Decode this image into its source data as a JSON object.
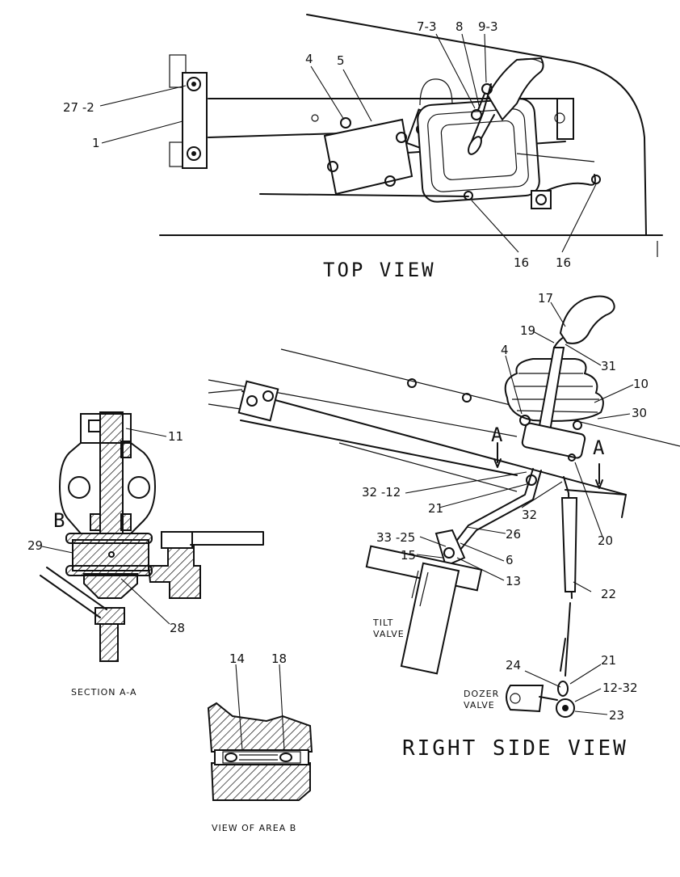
{
  "views": {
    "top": "TOP VIEW",
    "right_side": "RIGHT SIDE VIEW",
    "section": "SECTION A-A",
    "area_b": "VIEW OF AREA B"
  },
  "section_marks": {
    "a": "A",
    "b": "B"
  },
  "valves": {
    "tilt_line1": "TILT",
    "tilt_line2": "VALVE",
    "dozer_line1": "DOZER",
    "dozer_line2": "VALVE"
  },
  "callouts": {
    "top": [
      "27 -2",
      "1",
      "4",
      "5",
      "7-3",
      "8",
      "9-3",
      "16",
      "16"
    ],
    "side": [
      "17",
      "19",
      "4",
      "31",
      "10",
      "30",
      "A",
      "A",
      "32 -12",
      "21",
      "32",
      "26",
      "20",
      "33 -25",
      "15",
      "6",
      "13",
      "22",
      "24",
      "21",
      "12-32",
      "23"
    ],
    "section": [
      "11",
      "B",
      "29",
      "28"
    ],
    "area_b": [
      "14",
      "18"
    ]
  }
}
